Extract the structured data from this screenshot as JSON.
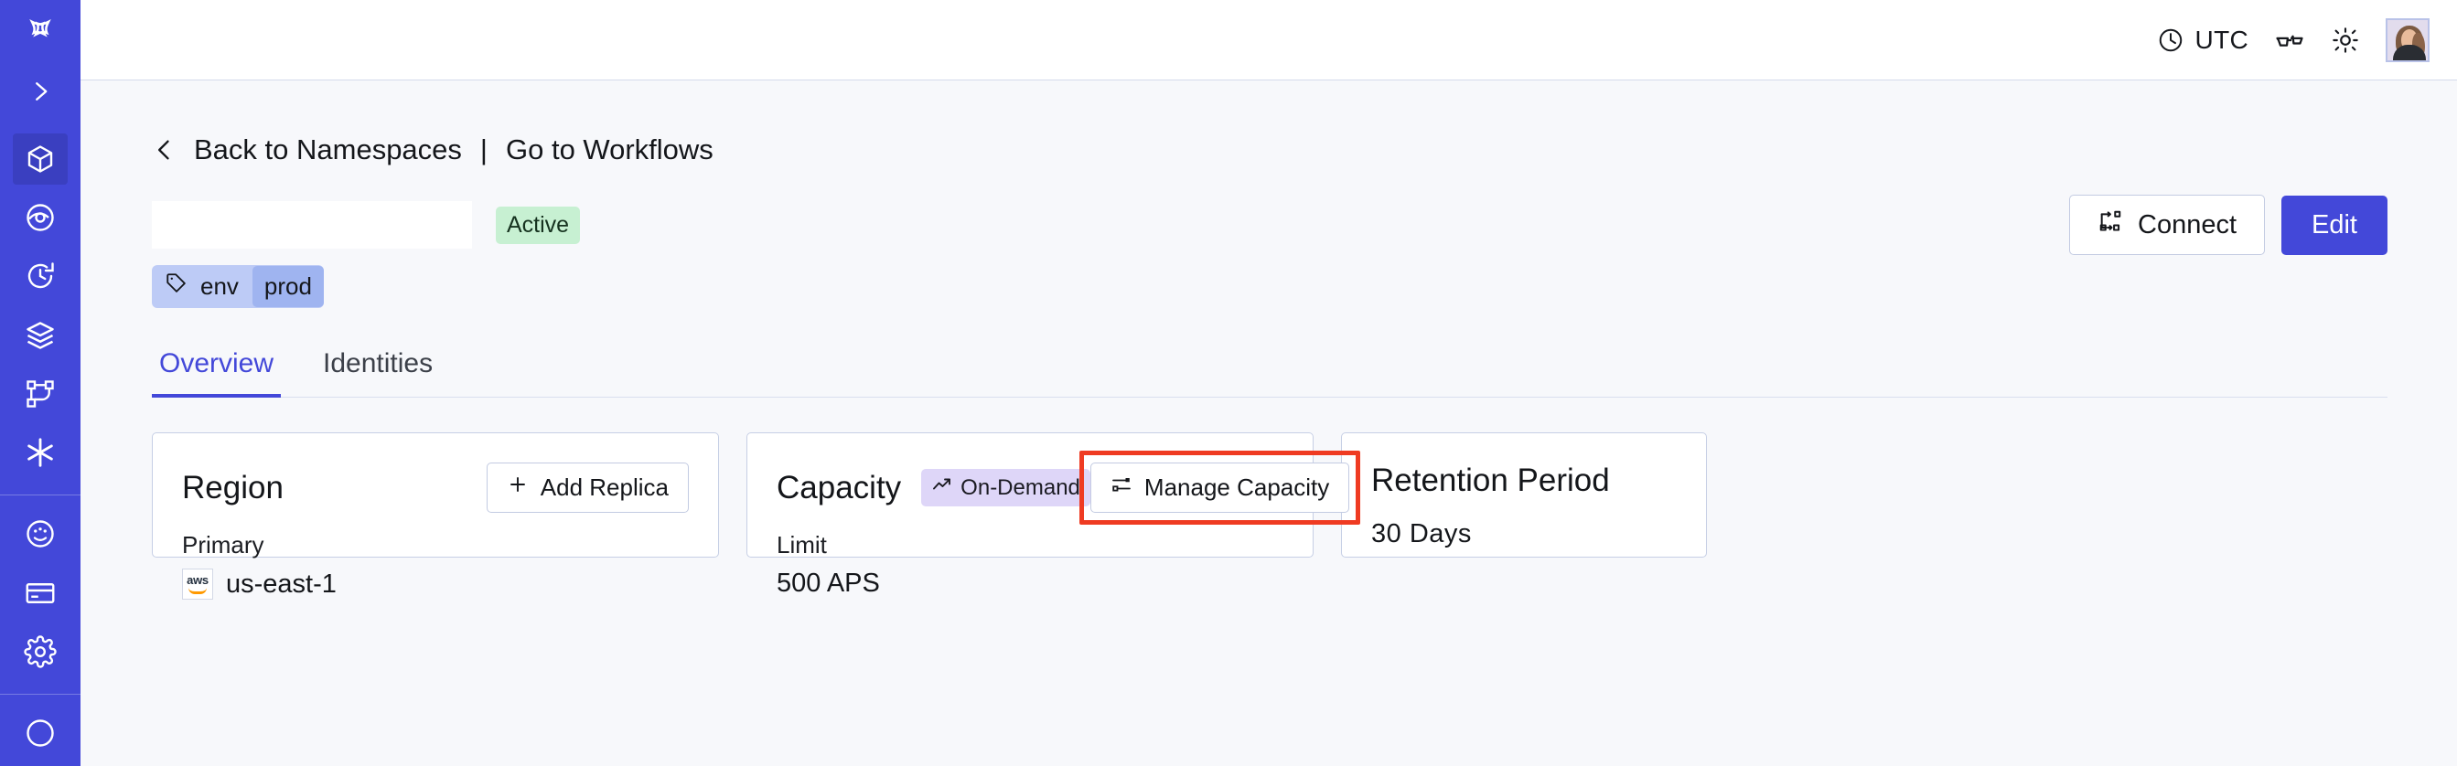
{
  "sidebar": {
    "items": [
      {
        "name": "logo-icon",
        "label": "Temporal Logo"
      },
      {
        "name": "chevron-right-icon",
        "label": "Expand Navigation"
      },
      {
        "name": "namespaces-icon",
        "label": "Namespaces"
      },
      {
        "name": "visibility-icon",
        "label": "Visibility"
      },
      {
        "name": "schedules-icon",
        "label": "Schedules"
      },
      {
        "name": "layers-icon",
        "label": "Deployments"
      },
      {
        "name": "workflows-icon",
        "label": "Workflows"
      },
      {
        "name": "nexus-icon",
        "label": "Nexus"
      },
      {
        "name": "usage-icon",
        "label": "Usage"
      },
      {
        "name": "billing-icon",
        "label": "Billing"
      },
      {
        "name": "settings-icon",
        "label": "Settings"
      }
    ]
  },
  "topbar": {
    "timezone": "UTC",
    "clock_icon": "clock-icon",
    "glasses_icon": "glasses-icon",
    "theme_icon": "sun-icon",
    "avatar": "user-avatar"
  },
  "breadcrumb": {
    "back_icon": "chevron-left-icon",
    "back_label": "Back to Namespaces",
    "separator": "|",
    "forward_label": "Go to Workflows"
  },
  "header": {
    "namespace_name": "",
    "status_badge": "Active",
    "connect_label": "Connect",
    "connect_icon": "connect-icon",
    "edit_label": "Edit",
    "tag_icon": "tag-icon",
    "tag_key": "env",
    "tag_value": "prod"
  },
  "tabs": [
    {
      "label": "Overview",
      "active": true
    },
    {
      "label": "Identities",
      "active": false
    }
  ],
  "cards": {
    "region": {
      "title": "Region",
      "action_label": "Add Replica",
      "action_icon": "plus-icon",
      "sub_label": "Primary",
      "provider_icon": "aws-logo",
      "provider_text": "aws",
      "value": "us-east-1"
    },
    "capacity": {
      "title": "Capacity",
      "badge_label": "On-Demand",
      "badge_icon": "trending-up-icon",
      "action_label": "Manage Capacity",
      "action_icon": "sliders-icon",
      "action_highlighted": true,
      "sub_label": "Limit",
      "value": "500 APS"
    },
    "retention": {
      "title": "Retention Period",
      "value": "30  Days"
    }
  },
  "colors": {
    "brand": "#4348d9",
    "sidebar_active": "#3a3fc0",
    "page_bg": "#f7f8fb",
    "card_border": "#c6cfe5",
    "status_active_bg": "#c7f0d2",
    "tag_bg": "#bdcbf6",
    "tag_value_bg": "#9fb4f0",
    "ondemand_bg": "#ded6f8",
    "annotation": "#ef3b22"
  }
}
